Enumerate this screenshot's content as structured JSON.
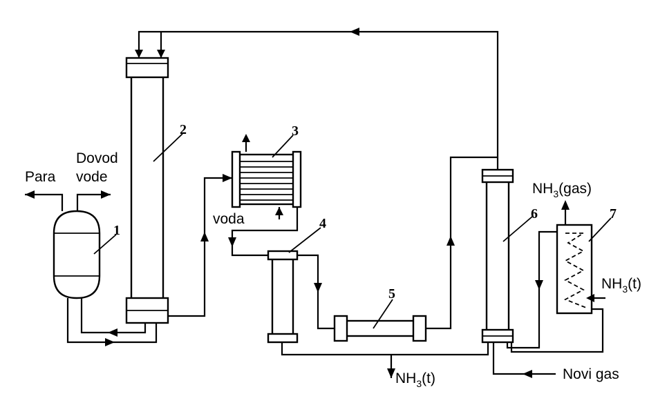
{
  "equipment_numbers": {
    "n1": "1",
    "n2": "2",
    "n3": "3",
    "n4": "4",
    "n5": "5",
    "n6": "6",
    "n7": "7"
  },
  "labels": {
    "para": "Para",
    "dovod": "Dovod",
    "vode": "vode",
    "voda": "voda",
    "novi_gas": "Novi gas",
    "nh3_gas_main": "NH",
    "nh3_gas_sub": "3",
    "nh3_gas_suffix": "(gas)",
    "nh3_t_right_main": "NH",
    "nh3_t_right_sub": "3",
    "nh3_t_right_suffix": "(t)",
    "nh3_t_bottom_main": "NH",
    "nh3_t_bottom_sub": "3",
    "nh3_t_bottom_suffix": "(t)"
  },
  "colors": {
    "line": "#000000",
    "background": "#ffffff"
  }
}
